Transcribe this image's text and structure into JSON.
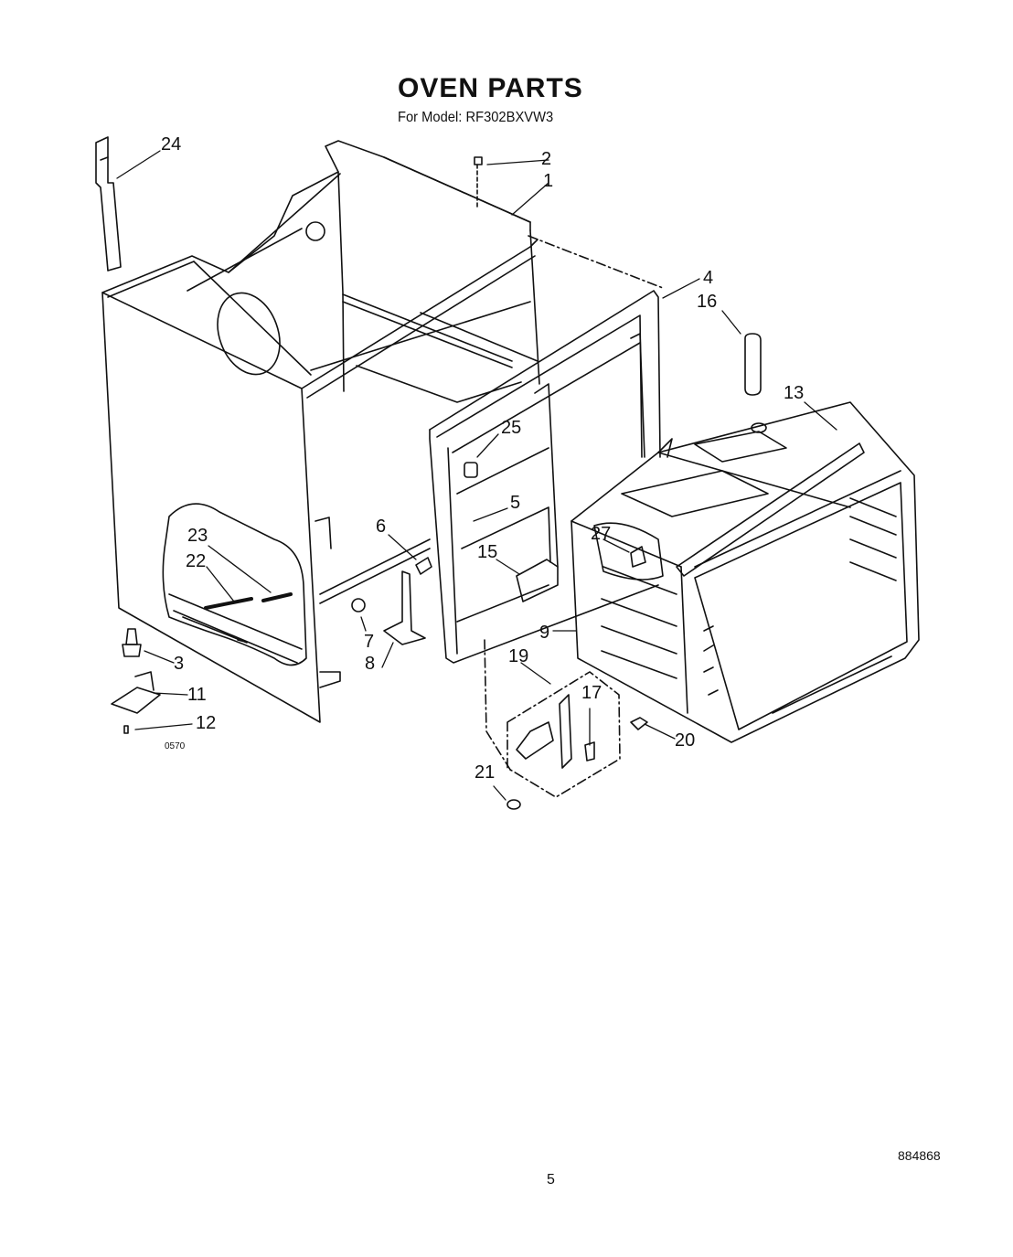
{
  "title": "OVEN PARTS",
  "subtitle": "For Model: RF302BXVW3",
  "callouts": [
    "24",
    "2",
    "1",
    "4",
    "16",
    "13",
    "25",
    "5",
    "6",
    "15",
    "27",
    "23",
    "22",
    "9",
    "3",
    "7",
    "8",
    "11",
    "19",
    "17",
    "12",
    "20",
    "21"
  ],
  "small_mark": "0570",
  "doc_number": "884868",
  "page_number": "5"
}
